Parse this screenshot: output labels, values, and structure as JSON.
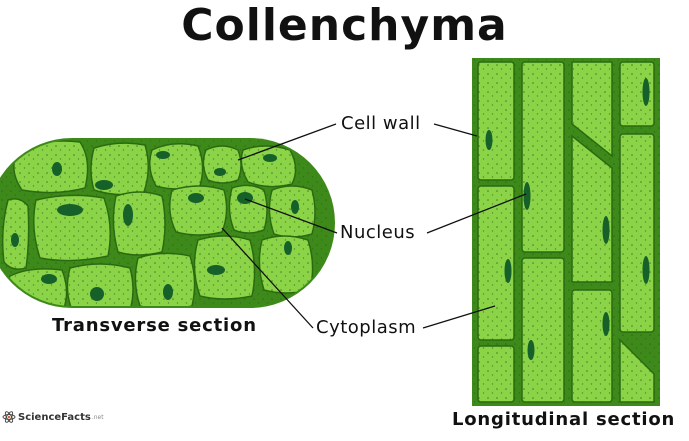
{
  "title": "Collenchyma",
  "labels": {
    "cell_wall": "Cell wall",
    "nucleus": "Nucleus",
    "cytoplasm": "Cytoplasm"
  },
  "captions": {
    "transverse": "Transverse section",
    "longitudinal": "Longitudinal section"
  },
  "logo": {
    "name": "ScienceFacts",
    "suffix": ".net"
  },
  "colors": {
    "cell_fill": "#8bd448",
    "wall": "#3d8a1a",
    "wall_dark": "#2b6b10",
    "nucleus": "#16602a",
    "stipple": "#2f5c1c"
  }
}
